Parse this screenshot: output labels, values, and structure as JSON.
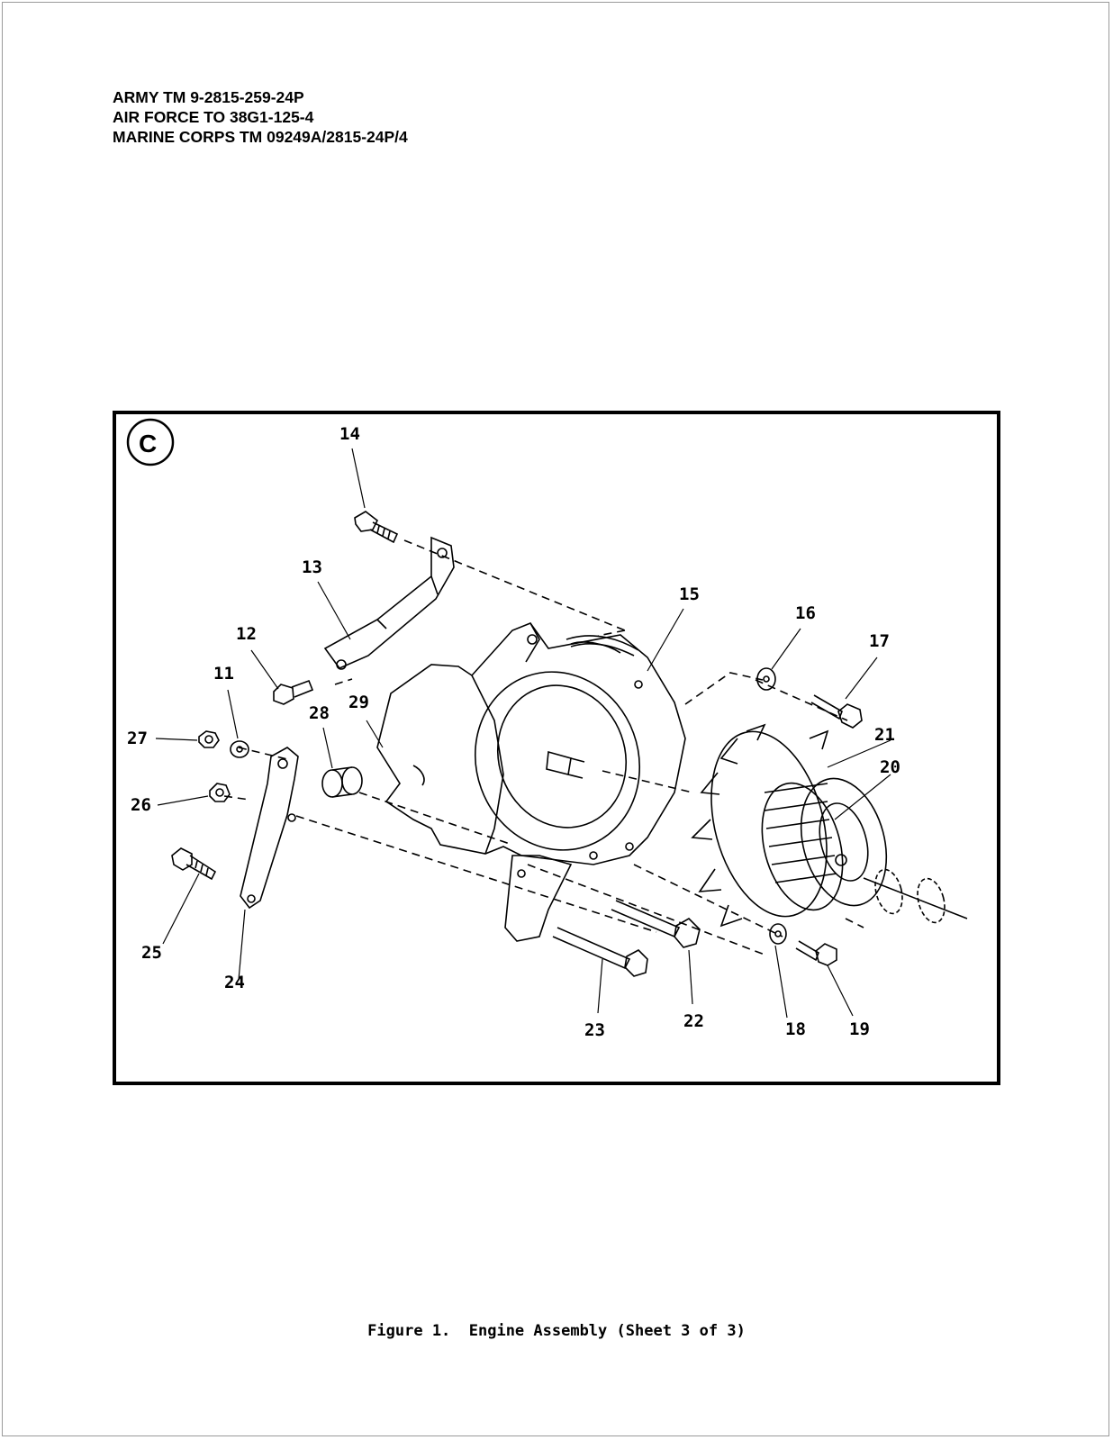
{
  "header": {
    "line1": "ARMY TM 9-2815-259-24P",
    "line2": "AIR FORCE TO 38G1-125-4",
    "line3": "MARINE CORPS TM 09249A/2815-24P/4"
  },
  "figure": {
    "view_letter": "C",
    "callouts": [
      "14",
      "13",
      "12",
      "11",
      "27",
      "26",
      "28",
      "29",
      "15",
      "16",
      "17",
      "21",
      "20",
      "25",
      "24",
      "23",
      "22",
      "18",
      "19"
    ],
    "caption": "Figure 1.  Engine Assembly (Sheet 3 of 3)"
  }
}
